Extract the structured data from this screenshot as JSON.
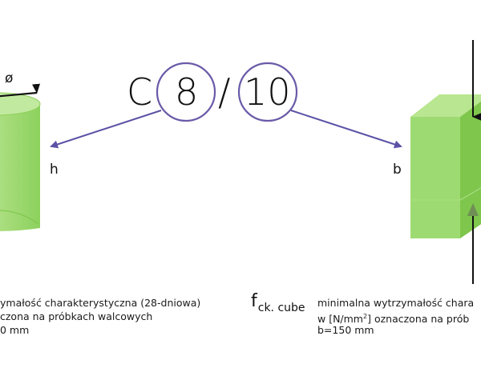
{
  "formula": {
    "prefix": "C",
    "first": "8",
    "separator": "/",
    "second": "10"
  },
  "cylinder": {
    "diameter_symbol": "ø",
    "height_label": "h"
  },
  "cube": {
    "edge_label": "b",
    "symbol_main": "f",
    "symbol_sub": "ck. cube"
  },
  "left_description": [
    "ymałość charakterystyczna (28-dniowa)",
    "czona na próbkach walcowych",
    "0 mm"
  ],
  "right_description": {
    "line1": "minimalna wytrzymałość chara",
    "line2_pre": "w [N/mm",
    "line2_sup": "2",
    "line2_post": "] oznaczona na prób",
    "line3": "b=150 mm"
  },
  "colors": {
    "green_light": "#b4e38a",
    "green_mid": "#8fd15c",
    "green_dark": "#6fbb3d",
    "circle_stroke": "#6a5aa8",
    "arrow": "#5b52a6"
  }
}
